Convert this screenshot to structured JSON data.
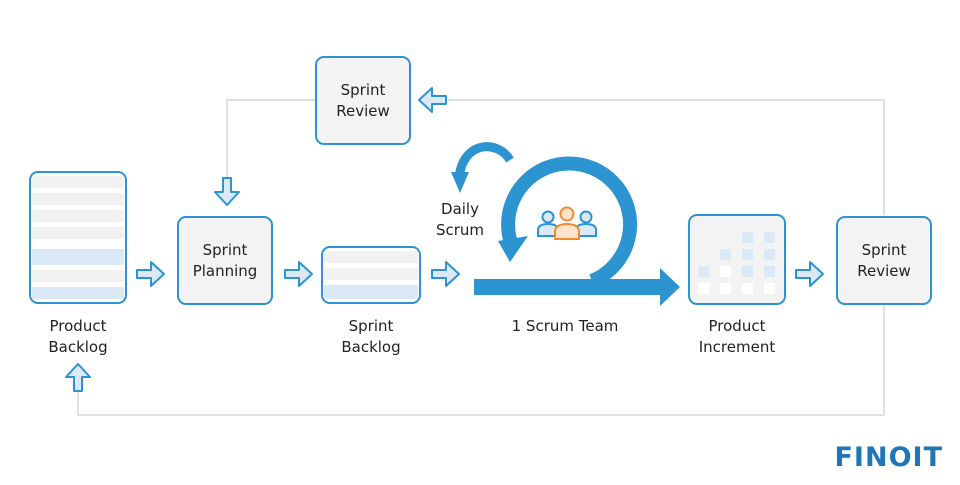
{
  "nodes": {
    "product_backlog": {
      "line1": "Product",
      "line2": "Backlog"
    },
    "sprint_planning": {
      "line1": "Sprint",
      "line2": "Planning"
    },
    "sprint_backlog": {
      "line1": "Sprint",
      "line2": "Backlog"
    },
    "sprint_review_top": {
      "line1": "Sprint",
      "line2": "Review"
    },
    "sprint_review_right": {
      "line1": "Sprint",
      "line2": "Review"
    },
    "product_increment": {
      "line1": "Product",
      "line2": "Increment"
    },
    "daily_scrum": {
      "line1": "Daily",
      "line2": "Scrum"
    },
    "scrum_team": {
      "label": "1 Scrum Team"
    }
  },
  "brand": {
    "logo_text": "FINOIT"
  },
  "colors": {
    "primary_blue": "#2b94d1",
    "light_blue_fill": "#dbe9f7",
    "box_fill": "#f3f3f3",
    "connector_gray": "#d6d6d6",
    "team_orange": "#f28a2e",
    "logo_blue": "#1f76b7"
  },
  "icons": [
    "arrow-right-icon",
    "arrow-left-icon",
    "arrow-down-icon",
    "arrow-up-icon",
    "cycle-arrow-icon",
    "team-people-icon"
  ]
}
